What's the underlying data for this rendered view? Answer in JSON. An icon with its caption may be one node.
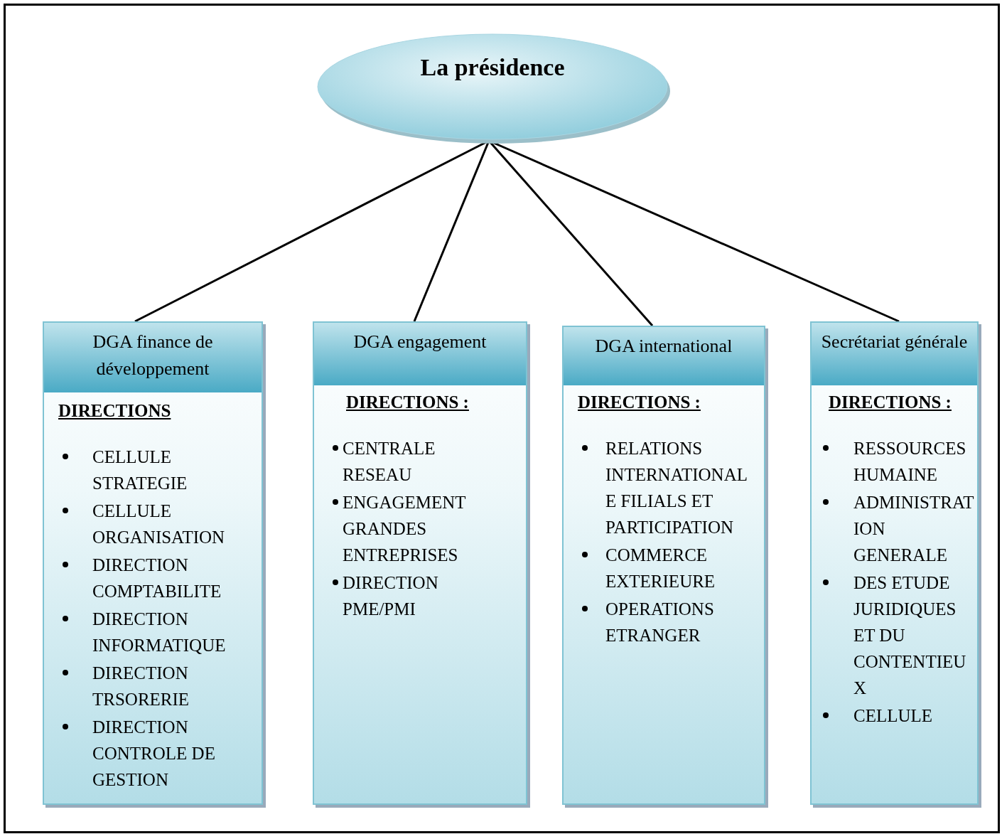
{
  "diagram": {
    "nodes": [
      {
        "text": [
          "La présidence"
        ]
      },
      {
        "text": [
          "DGA finance de développement",
          "DIRECTIONS",
          "CELLULE STRATEGIE",
          "CELLULE ORGANISATION",
          "DIRECTION COMPTABILITE",
          "DIRECTION INFORMATIQUE",
          "DIRECTION TRSORERIE",
          "DIRECTION CONTROLE DE GESTION"
        ]
      },
      {
        "text": [
          "DGA engagement",
          "DIRECTIONS :",
          "CENTRALE RESEAU",
          "ENGAGEMENT GRANDES ENTREPRISES",
          "DIRECTION PME/PMI"
        ]
      },
      {
        "text": [
          "DGA international",
          "DIRECTIONS :",
          "RELATIONS INTERNATIONALE FILIALS ET PARTICIPATION",
          "COMMERCE EXTERIEURE",
          "OPERATIONS ETRANGER"
        ]
      },
      {
        "text": [
          "Secrétariat générale",
          "DIRECTIONS :",
          "RESSOURCES HUMAINE",
          "ADMINISTRATION GENERALE",
          "DES ETUDE JURIDIQUES ET DU CONTENTIEUX",
          "CELLULE"
        ]
      }
    ],
    "edges": [
      {
        "from": 0,
        "to": 1,
        "arrow": "none"
      },
      {
        "from": 0,
        "to": 2,
        "arrow": "none"
      },
      {
        "from": 0,
        "to": 3,
        "arrow": "none"
      },
      {
        "from": 0,
        "to": 4,
        "arrow": "none"
      }
    ]
  }
}
